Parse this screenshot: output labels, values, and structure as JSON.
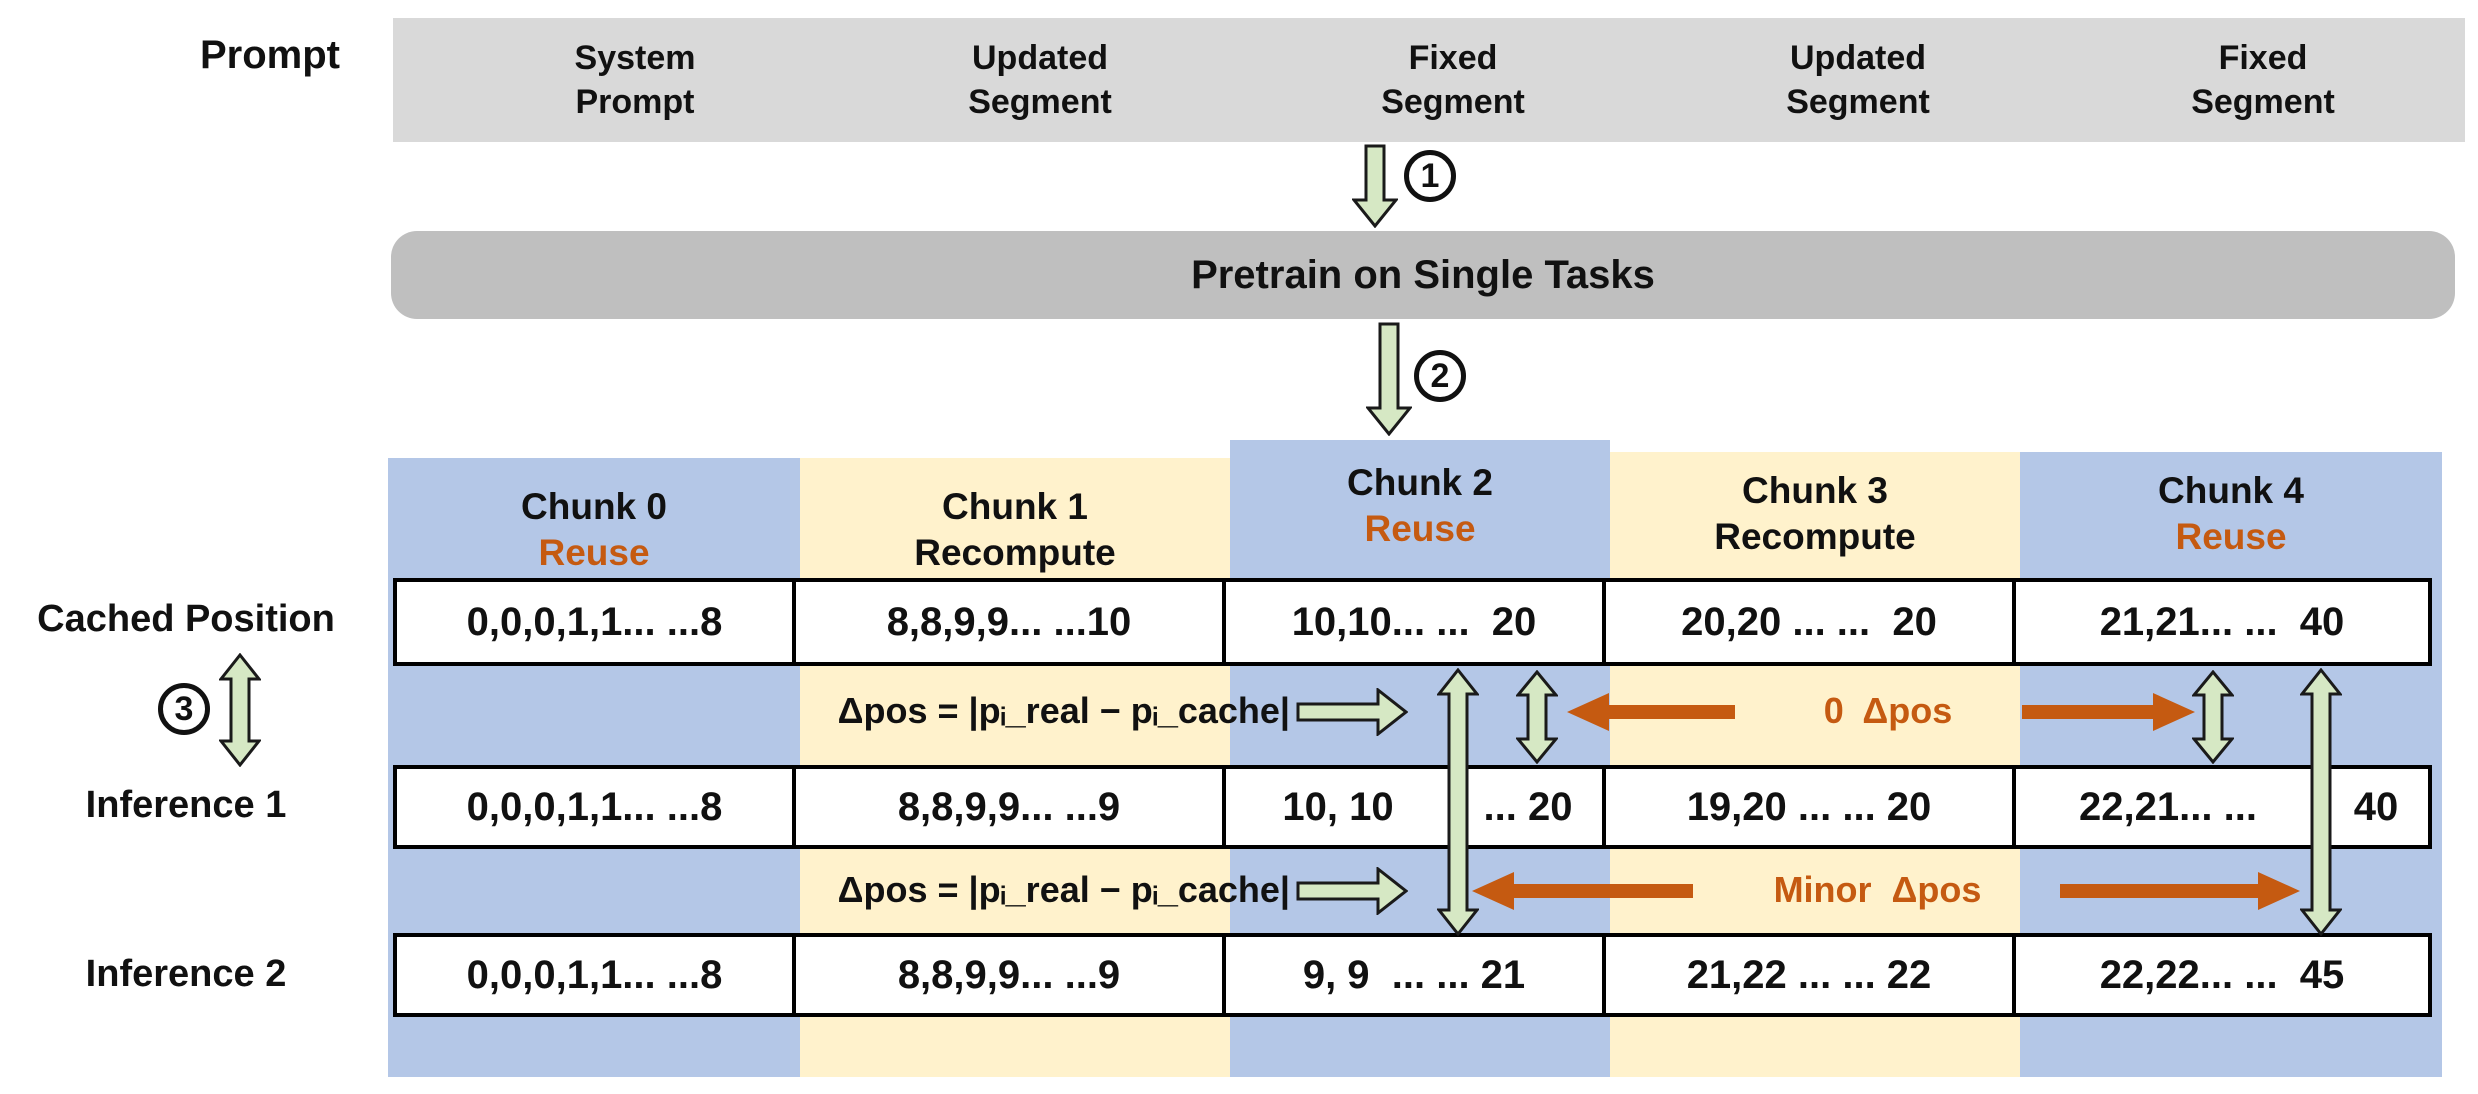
{
  "labels": {
    "prompt": "Prompt",
    "cached_position": "Cached Position",
    "inference_1": "Inference 1",
    "inference_2": "Inference 2"
  },
  "steps": {
    "one": "1",
    "two": "2",
    "three": "3"
  },
  "top_bar": {
    "segments": [
      {
        "label": "System\nPrompt"
      },
      {
        "label": "Updated\nSegment"
      },
      {
        "label": "Fixed\nSegment"
      },
      {
        "label": "Updated\nSegment"
      },
      {
        "label": "Fixed\nSegment"
      }
    ]
  },
  "pretrain": {
    "label": "Pretrain on Single Tasks"
  },
  "formula": {
    "text": "Δpos = |pᵢ_real − pᵢ_cache|"
  },
  "annotations": {
    "zero_dpos": "0  Δpos",
    "minor_dpos": "Minor  Δpos"
  },
  "chunks": [
    {
      "name": "Chunk 0",
      "mode": "Reuse",
      "mode_style": "color:#c55a11",
      "cached": "0,0,0,1,1... ...8",
      "inference1": "0,0,0,1,1... ...8",
      "inference2": "0,0,0,1,1... ...8"
    },
    {
      "name": "Chunk 1",
      "mode": "Recompute",
      "mode_style": "color:#111111",
      "cached": "8,8,9,9... ...10",
      "inference1": "8,8,9,9... ...9",
      "inference2": "8,8,9,9... ...9"
    },
    {
      "name": "Chunk 2",
      "mode": "Reuse",
      "mode_style": "color:#c55a11",
      "cached": "10,10... ...  20",
      "inference1_left": "10, 10",
      "inference1_right": "... 20",
      "inference2": "9, 9  ... ... 21"
    },
    {
      "name": "Chunk 3",
      "mode": "Recompute",
      "mode_style": "color:#111111",
      "cached": "20,20 ... ...  20",
      "inference1": "19,20 ... ... 20",
      "inference2": "21,22 ... ... 22"
    },
    {
      "name": "Chunk 4",
      "mode": "Reuse",
      "mode_style": "color:#c55a11",
      "cached": "21,21... ...  40",
      "inference1_left": "22,21... ...",
      "inference1_right": "40",
      "inference2": "22,22... ...  45"
    }
  ],
  "colors": {
    "column_blue": "#b4c7e7",
    "column_yellow": "#fff2cc",
    "bar_light_gray": "#d9d9d9",
    "bar_mid_gray": "#bfbfbf",
    "arrow_green": "#d6e8c4",
    "accent_orange": "#c55a11"
  }
}
